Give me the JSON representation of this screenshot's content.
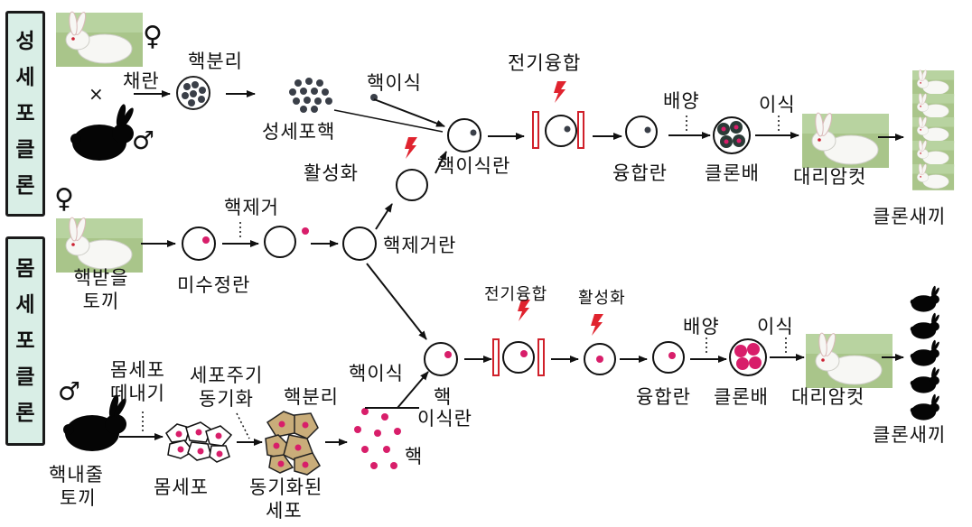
{
  "sections": {
    "top": {
      "chars": [
        "성",
        "세",
        "포",
        "클",
        "론"
      ]
    },
    "bottom": {
      "chars": [
        "몸",
        "세",
        "포",
        "클",
        "론"
      ]
    }
  },
  "symbols": {
    "female": "♀",
    "male": "♂",
    "times": "×"
  },
  "top": {
    "egg_collection": "채란",
    "nucleus_separation": "핵분리",
    "germ_nuclei": "성세포핵",
    "nucleus_transfer": "핵이식",
    "electrofusion": "전기융합",
    "activation": "활성화",
    "nucleus_transferred_egg": "핵이식란",
    "fused_egg": "융합란",
    "culture": "배양",
    "clone_embryo": "클론배",
    "transplant": "이식",
    "surrogate": "대리암컷",
    "clone_offspring": "클론새끼"
  },
  "middle": {
    "recipient_line1": "핵받을",
    "recipient_line2": "토끼",
    "unfertilized_egg": "미수정란",
    "enucleation": "핵제거",
    "enucleated_egg": "핵제거란"
  },
  "bottom": {
    "electrofusion": "전기융합",
    "activation": "활성화",
    "somatic_remove_line1": "몸세포",
    "somatic_remove_line2": "떼내기",
    "cell_cycle_line1": "세포주기",
    "cell_cycle_line2": "동기화",
    "nucleus_separation": "핵분리",
    "nucleus_transfer": "핵이식",
    "nte_line1": "핵",
    "nte_line2": "이식란",
    "fused_egg": "융합란",
    "culture": "배양",
    "clone_embryo": "클론배",
    "transplant": "이식",
    "surrogate": "대리암컷",
    "clone_offspring": "클론새끼",
    "donor_line1": "핵내줄",
    "donor_line2": "토끼",
    "somatic_cells": "몸세포",
    "synced_line1": "동기화된",
    "synced_line2": "세포",
    "nucleus": "핵"
  },
  "colors": {
    "nucleus": "#d81e6a",
    "lightning": "#e0232e",
    "panel": "#d9eee6",
    "dark_cell": "#3a3f48"
  },
  "icons": [
    "white-rabbit-icon",
    "black-rabbit-icon",
    "lightning-icon",
    "electrode-icon",
    "egg-cell-icon",
    "embryo-icon"
  ]
}
